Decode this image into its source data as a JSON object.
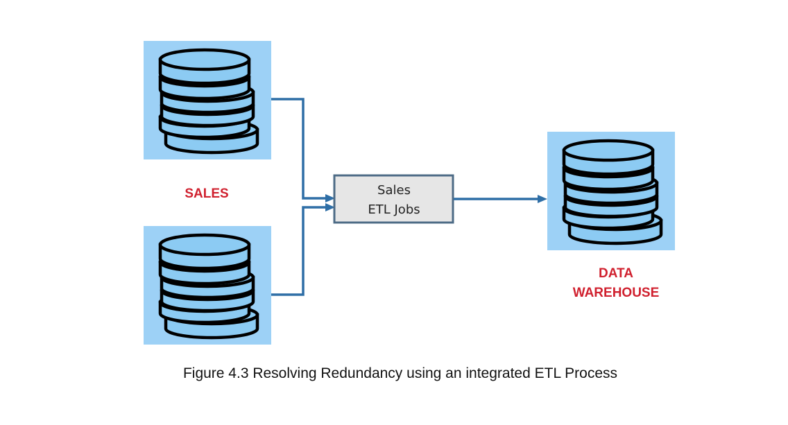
{
  "diagram": {
    "sources": [
      {
        "label": "SALES",
        "icon": "database-icon"
      },
      {
        "label": "",
        "icon": "database-icon"
      }
    ],
    "process": {
      "line1": "Sales",
      "line2": "ETL Jobs"
    },
    "target": {
      "line1": "DATA",
      "line2": "WAREHOUSE",
      "icon": "database-icon"
    },
    "caption": "Figure 4.3 Resolving Redundancy using an integrated ETL Process",
    "colors": {
      "database_background": "#9dd1f6",
      "disk_fill": "#8ccbf3",
      "connector": "#2e6ea6",
      "process_fill": "#e6e6e6",
      "label_red": "#d0202e"
    }
  }
}
